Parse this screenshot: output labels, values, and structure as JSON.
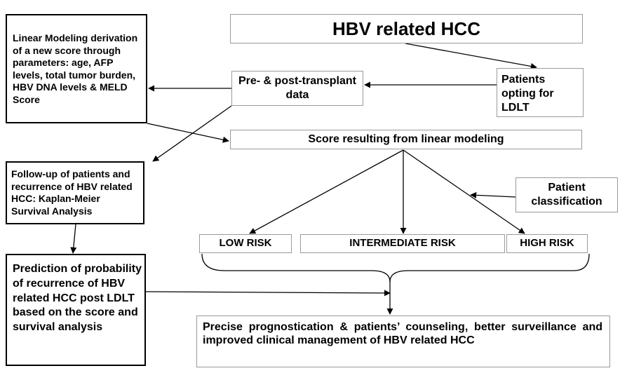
{
  "title": "HBV related HCC",
  "linear_modeling": "Linear Modeling derivation of a new score through parameters: age, AFP levels, total tumor burden, HBV DNA levels & MELD Score",
  "pre_post_data": "Pre- & post-transplant data",
  "patients_opting": "Patients opting for LDLT",
  "score_result": "Score resulting from linear modeling",
  "follow_up": "Follow-up of patients and recurrence of HBV related HCC: Kaplan-Meier Survival Analysis",
  "patient_classification": "Patient classification",
  "risk_levels": {
    "low": "LOW RISK",
    "intermediate": "INTERMEDIATE RISK",
    "high": "HIGH RISK"
  },
  "prediction": "Prediction of probability of recurrence of HBV related HCC post LDLT based on the score and survival analysis",
  "outcome": "Precise prognostication & patients’ counseling, better surveillance and improved clinical management of HBV related HCC",
  "colors": {
    "line": "#000000",
    "box_border": "#9a9a9a",
    "background": "#ffffff"
  }
}
